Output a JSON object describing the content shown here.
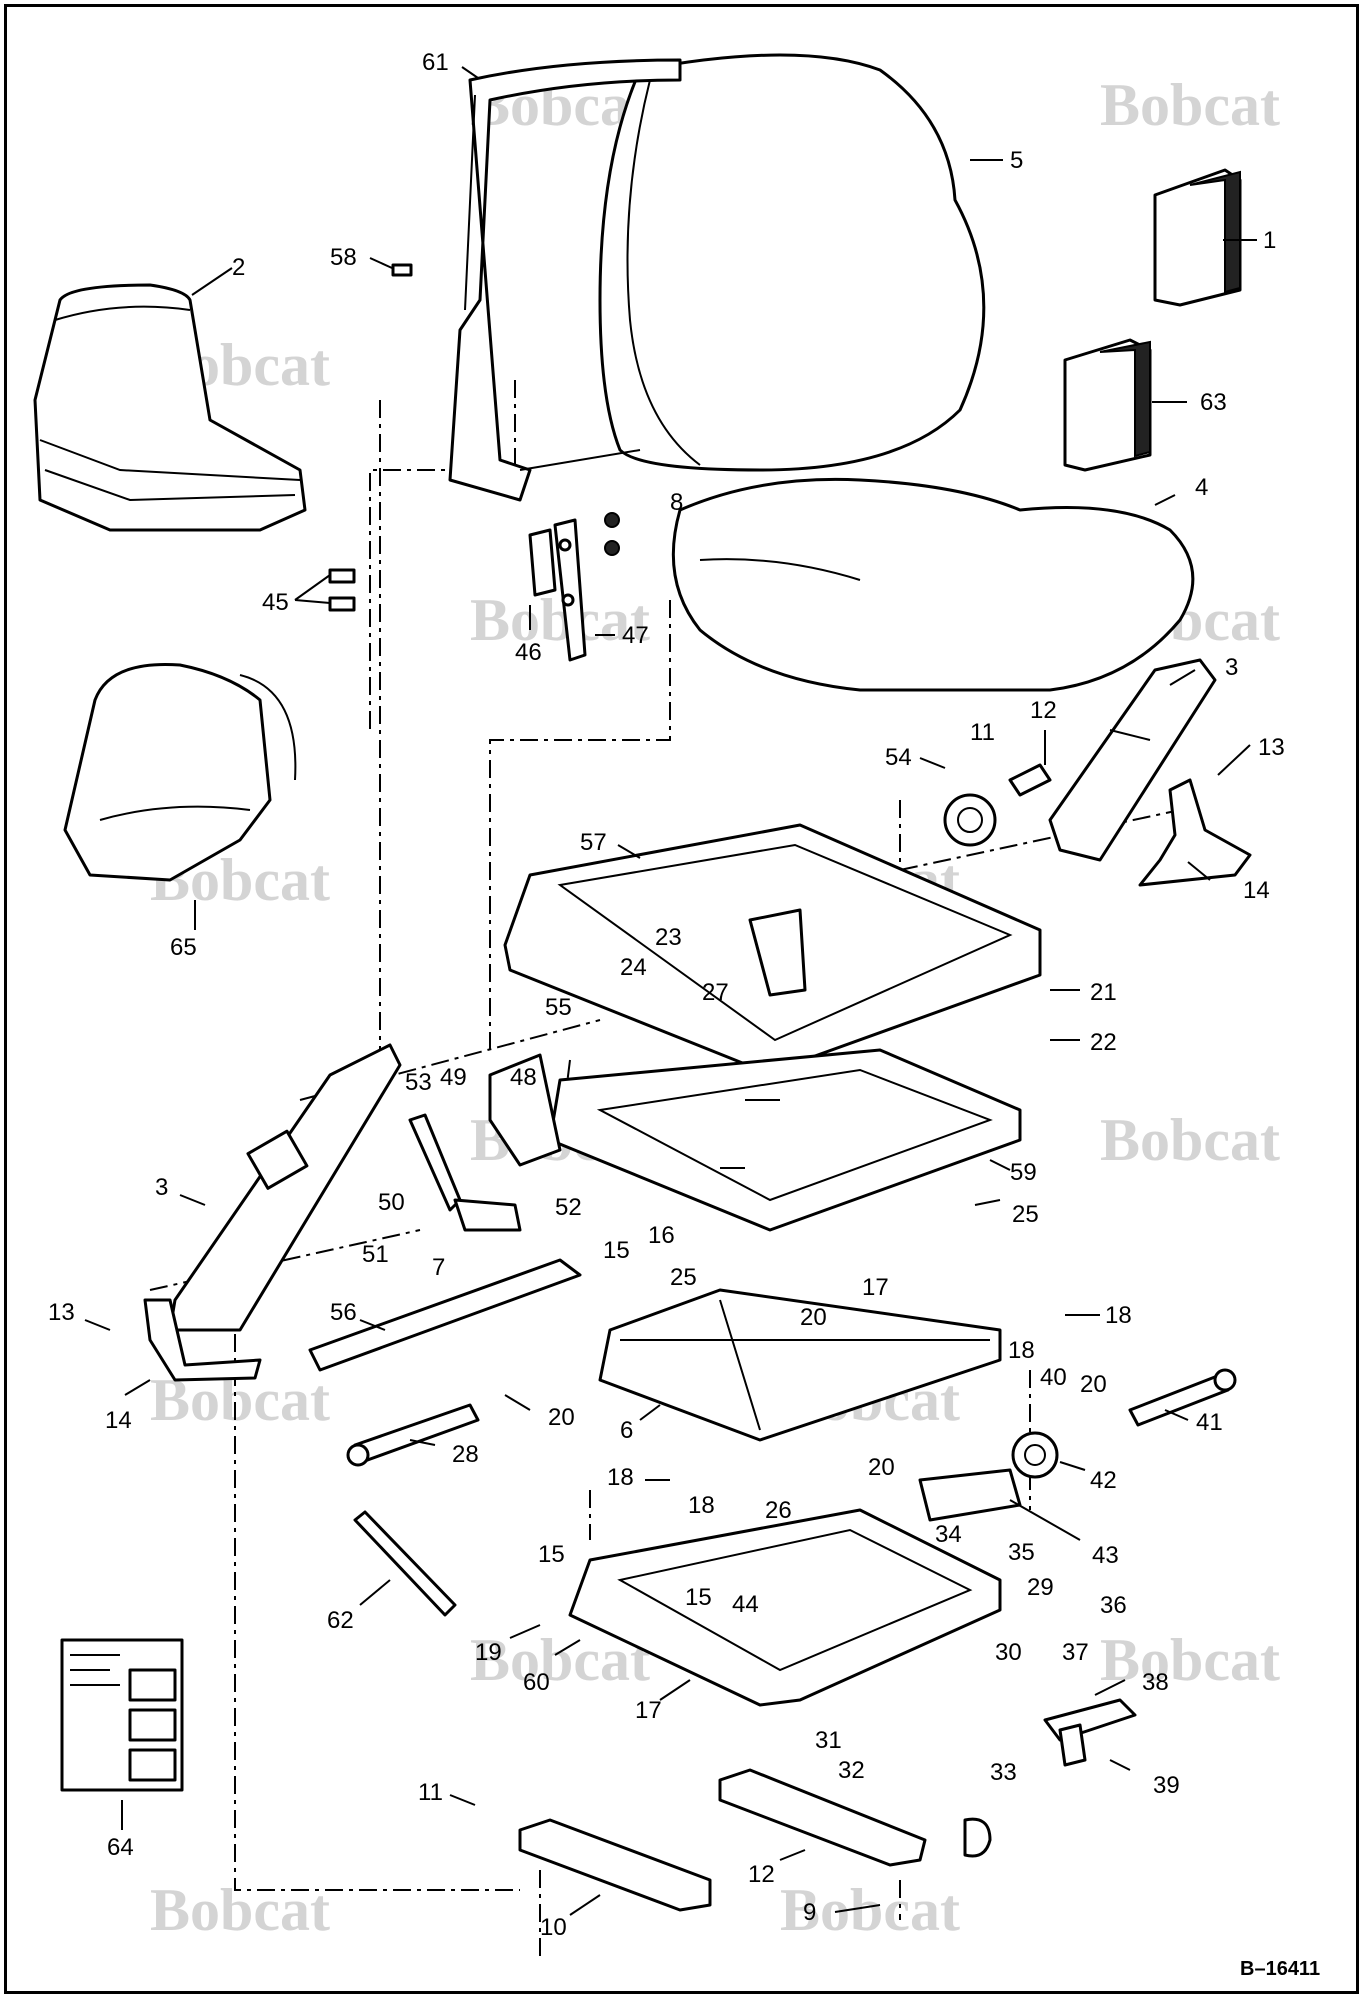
{
  "drawing": {
    "reference_id": "B–16411",
    "watermark_text": "Bobcat",
    "callouts": [
      "61",
      "5",
      "1",
      "58",
      "2",
      "63",
      "4",
      "8",
      "45",
      "46",
      "47",
      "3",
      "54",
      "11",
      "12",
      "13",
      "57",
      "23",
      "24",
      "27",
      "21",
      "55",
      "14",
      "65",
      "49",
      "48",
      "53",
      "22",
      "59",
      "3",
      "50",
      "52",
      "51",
      "7",
      "25",
      "15",
      "16",
      "25",
      "17",
      "20",
      "56",
      "18",
      "13",
      "18",
      "40",
      "20",
      "14",
      "20",
      "6",
      "41",
      "28",
      "18",
      "20",
      "42",
      "18",
      "26",
      "34",
      "35",
      "43",
      "62",
      "15",
      "15",
      "44",
      "29",
      "36",
      "19",
      "60",
      "30",
      "37",
      "38",
      "17",
      "31",
      "32",
      "33",
      "39",
      "11",
      "64",
      "12",
      "10",
      "9"
    ]
  }
}
